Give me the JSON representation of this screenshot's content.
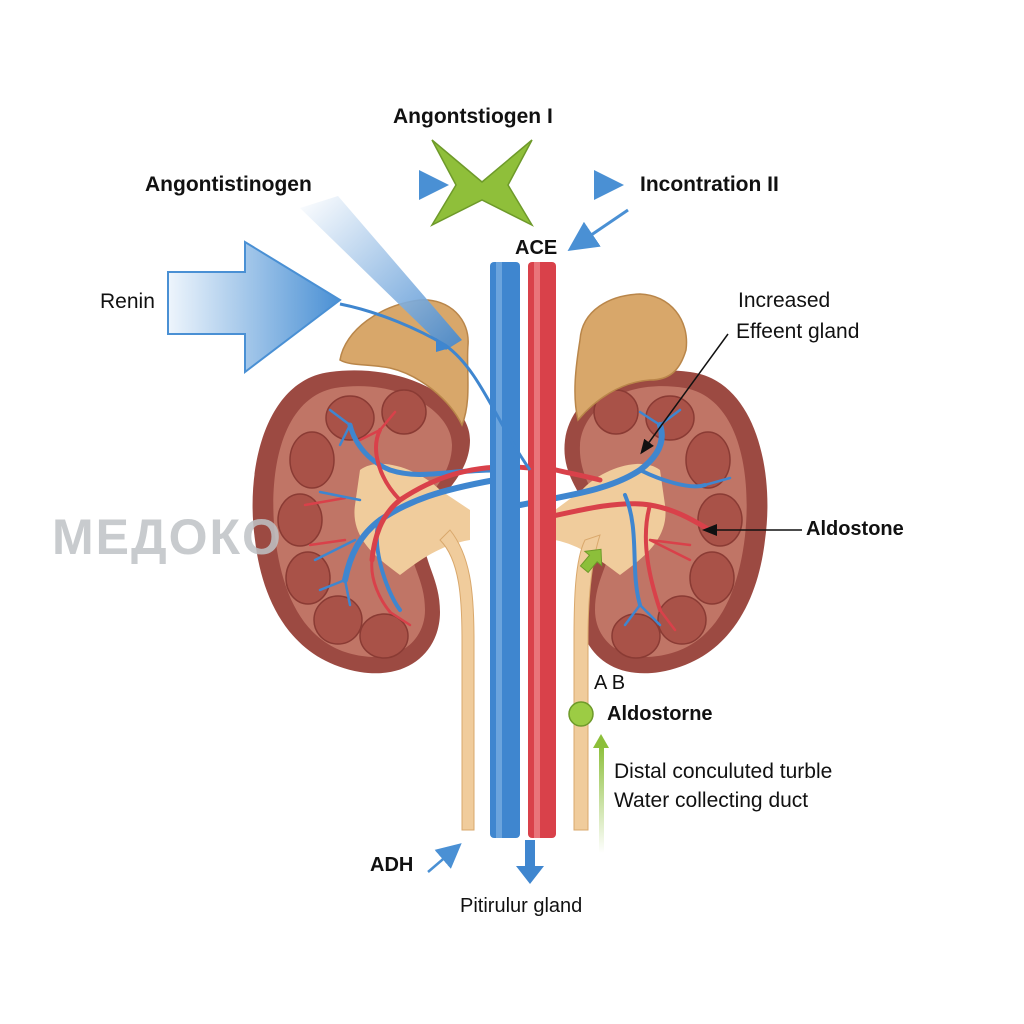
{
  "labels": {
    "angiotensin_i": "Angontstiogen I",
    "angiotensinogen": "Angontistinogen",
    "incontration_ii": "Incontration II",
    "ace": "ACE",
    "renin": "Renin",
    "increased": "Increased",
    "effeent_gland": "Effeent gland",
    "aldostone": "Aldostone",
    "ab": "A B",
    "aldostorne": "Aldostorne",
    "distal": "Distal conculuted turble",
    "water_duct": "Water collecting duct",
    "adh": "ADH",
    "pitirulur": "Pitirulur gland"
  },
  "watermark": "МЕДОКО",
  "colors": {
    "vein_blue": "#3f86cf",
    "artery_red": "#d9414a",
    "kidney_cortex": "#9c4a42",
    "kidney_medulla": "#b9645a",
    "pelvis_tan": "#f0cc9c",
    "adrenal": "#d8a76a",
    "ace_star": "#8fbf3a",
    "arrow_blue": "#4a90d4",
    "arrow_green": "#8cbf3a"
  },
  "icons": [
    "star-shape",
    "arrow-right",
    "arrow-down",
    "arrow-up",
    "marker-circle"
  ]
}
